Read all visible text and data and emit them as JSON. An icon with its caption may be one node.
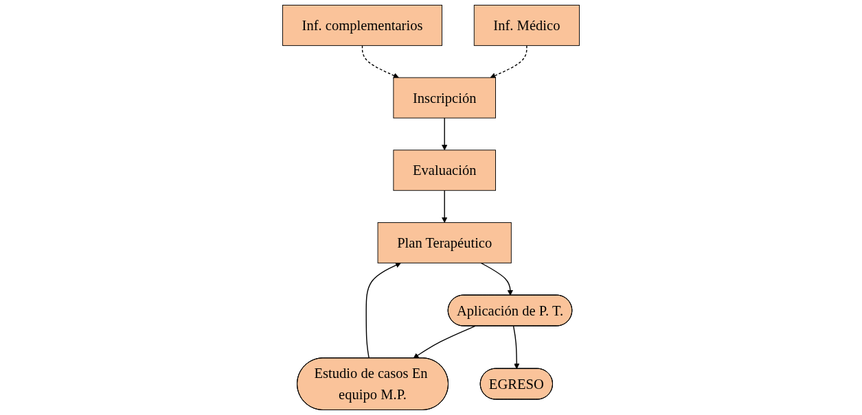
{
  "diagram": {
    "nodes": [
      {
        "text": [
          "Inf. Médico"
        ]
      },
      {
        "text": [
          "Inscripción"
        ]
      },
      {
        "text": [
          "Inf. complementarios"
        ]
      },
      {
        "text": [
          "Evaluación"
        ]
      },
      {
        "text": [
          "Plan Terapéutico"
        ]
      },
      {
        "text": [
          "Estudio de casos En equipo M.P."
        ]
      },
      {
        "text": [
          "Aplicación de P. T."
        ]
      },
      {
        "text": [
          "EGRESO"
        ]
      }
    ],
    "edges": [
      {
        "from": 0,
        "to": 1,
        "arrow": "to",
        "style": "dashed"
      },
      {
        "from": 2,
        "to": 1,
        "arrow": "to",
        "style": "dashed"
      },
      {
        "from": 1,
        "to": 3,
        "arrow": "to"
      },
      {
        "from": 3,
        "to": 4,
        "arrow": "to"
      },
      {
        "from": 4,
        "to": 6,
        "arrow": "to"
      },
      {
        "from": 6,
        "to": 5,
        "arrow": "to"
      },
      {
        "from": 6,
        "to": 7,
        "arrow": "to"
      },
      {
        "from": 5,
        "to": 4,
        "arrow": "to"
      }
    ]
  }
}
